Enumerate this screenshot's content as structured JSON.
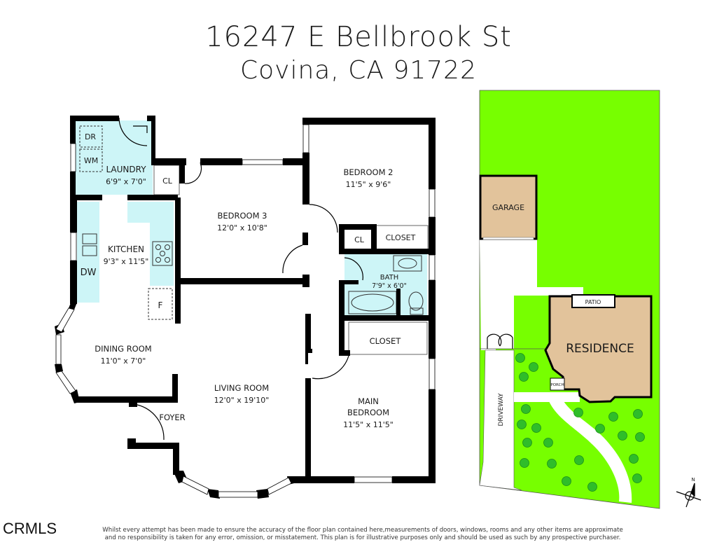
{
  "header": {
    "address_line1": "16247 E Bellbrook St",
    "address_line2": "Covina, CA 91722"
  },
  "floor_plan": {
    "rooms": [
      {
        "name": "LAUNDRY",
        "dims": "6'9\" x 7'0\""
      },
      {
        "name": "KITCHEN",
        "dims": "9'3\" x 11'5\""
      },
      {
        "name": "BEDROOM 3",
        "dims": "12'0\" x 10'8\""
      },
      {
        "name": "BEDROOM 2",
        "dims": "11'5\" x 9'6\""
      },
      {
        "name": "BATH",
        "dims": "7'9\" x 6'0\""
      },
      {
        "name": "DINING ROOM",
        "dims": "11'0\" x 7'0\""
      },
      {
        "name": "LIVING ROOM",
        "dims": "12'0\" x 19'10\""
      },
      {
        "name": "MAIN",
        "name2": "BEDROOM",
        "dims": "11'5\" x 11'5\""
      },
      {
        "name": "FOYER"
      }
    ],
    "fixtures": {
      "dryer": "DR",
      "washer": "WM",
      "dishwasher": "DW",
      "fridge": "F",
      "closet_small_1": "CL",
      "closet_small_2": "CL",
      "closet_bedroom2": "CLOSET",
      "closet_main": "CLOSET"
    },
    "colors": {
      "wall": "#000000",
      "wet_area": "#cdf5f7"
    }
  },
  "site_plan": {
    "labels": {
      "garage": "GARAGE",
      "patio": "PATIO",
      "residence": "RESIDENCE",
      "porch": "PORCH",
      "driveway": "DRIVEWAY"
    },
    "compass": "N",
    "colors": {
      "lawn": "#77ff00",
      "building": "#e2c39b",
      "tree": "#2fbd2a"
    }
  },
  "footer": {
    "brand": "CRMLS",
    "disclaimer_line1": "Whilst every attempt has been made to ensure the accuracy of the floor plan contained here,measurements of doors, windows, rooms and any other items are approximate",
    "disclaimer_line2": "and no responsibility is taken for any error, omission, or misstatement. This plan is for illustrative purposes only and should be used as such by any prospective purchaser."
  }
}
